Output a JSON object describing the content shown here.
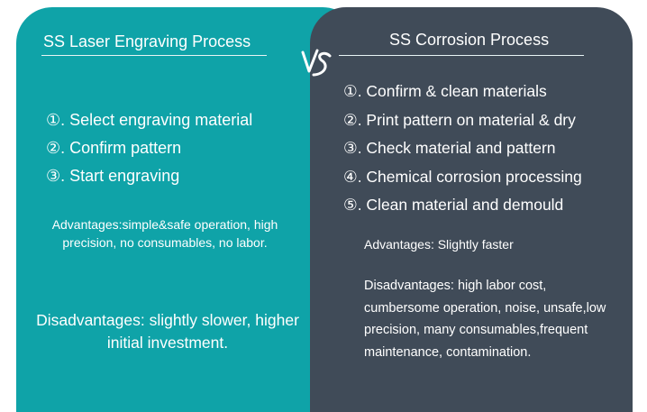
{
  "colors": {
    "left_panel": "#0fa3a8",
    "right_panel": "#404b58",
    "text": "#ffffff"
  },
  "vs_label": "VS",
  "left": {
    "title": "SS Laser Engraving Process",
    "steps": [
      "①. Select engraving material",
      "②. Confirm pattern",
      "③. Start engraving"
    ],
    "advantages": "Advantages:simple&safe operation, high precision, no consumables, no labor.",
    "disadvantages": "Disadvantages: slightly slower, higher initial investment."
  },
  "right": {
    "title": "SS Corrosion Process",
    "steps": [
      "①. Confirm & clean materials",
      "②. Print pattern on material & dry",
      "③. Check material and pattern",
      "④. Chemical corrosion processing",
      "⑤. Clean material and demould"
    ],
    "advantages": "Advantages: Slightly faster",
    "disadvantages": "Disadvantages: high labor cost, cumbersome operation, noise, unsafe,low precision, many consumables,frequent maintenance, contamination."
  }
}
